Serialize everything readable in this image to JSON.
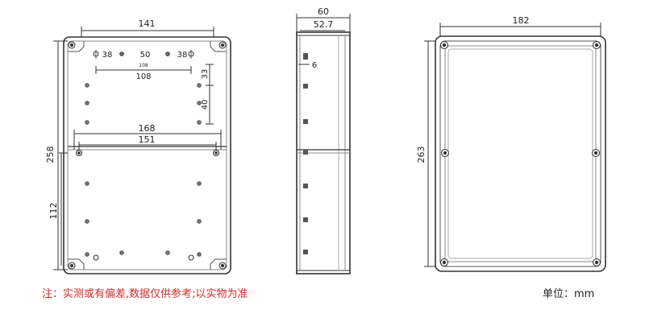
{
  "views": {
    "front": {
      "width": "141",
      "height": "258",
      "hole_spacing_1": "38",
      "hole_spacing_2": "50",
      "hole_spacing_3": "38",
      "upper_span_small": "108",
      "upper_span": "108",
      "vert_1": "33",
      "vert_2": "40",
      "mid_span": "168",
      "mid_span_inner": "151",
      "lower_height": "112"
    },
    "side": {
      "depth": "60",
      "inner_depth": "52.7",
      "lip": "6"
    },
    "back": {
      "width": "182",
      "height": "263"
    }
  },
  "note": "注：实测或有偏差,数据仅供参考;以实物为准",
  "unit_label": "单位：mm",
  "colors": {
    "line": "#333333",
    "note": "#d12b2b",
    "text": "#222222"
  }
}
